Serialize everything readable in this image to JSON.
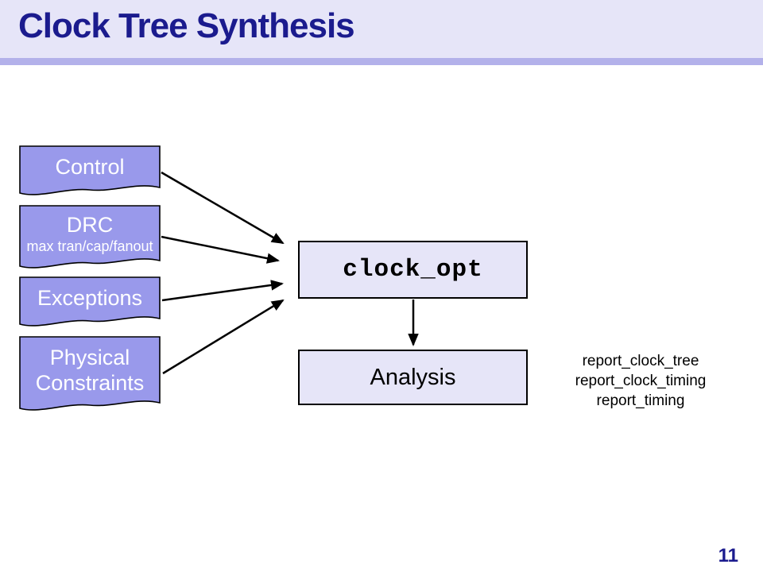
{
  "slide": {
    "title": "Clock Tree Synthesis",
    "page_number": "11"
  },
  "diagram": {
    "inputs": [
      {
        "label": "Control"
      },
      {
        "label": "DRC",
        "sublabel": "max tran/cap/fanout"
      },
      {
        "label": "Exceptions"
      },
      {
        "label": "Physical Constraints"
      }
    ],
    "command_box": {
      "label": "clock_opt"
    },
    "analysis_box": {
      "label": "Analysis"
    },
    "report_commands": [
      "report_clock_tree",
      "report_clock_timing",
      "report_timing"
    ]
  },
  "colors": {
    "header_background": "#E6E5F8",
    "header_band": "#B3B1EA",
    "title_text": "#1B1B8E",
    "input_shape_fill": "#9999EB",
    "input_shape_text": "#FFFFFF",
    "process_box_fill": "#E6E5F8",
    "process_box_border": "#000000",
    "arrow": "#000000",
    "page_number_text": "#1B1B8E"
  }
}
